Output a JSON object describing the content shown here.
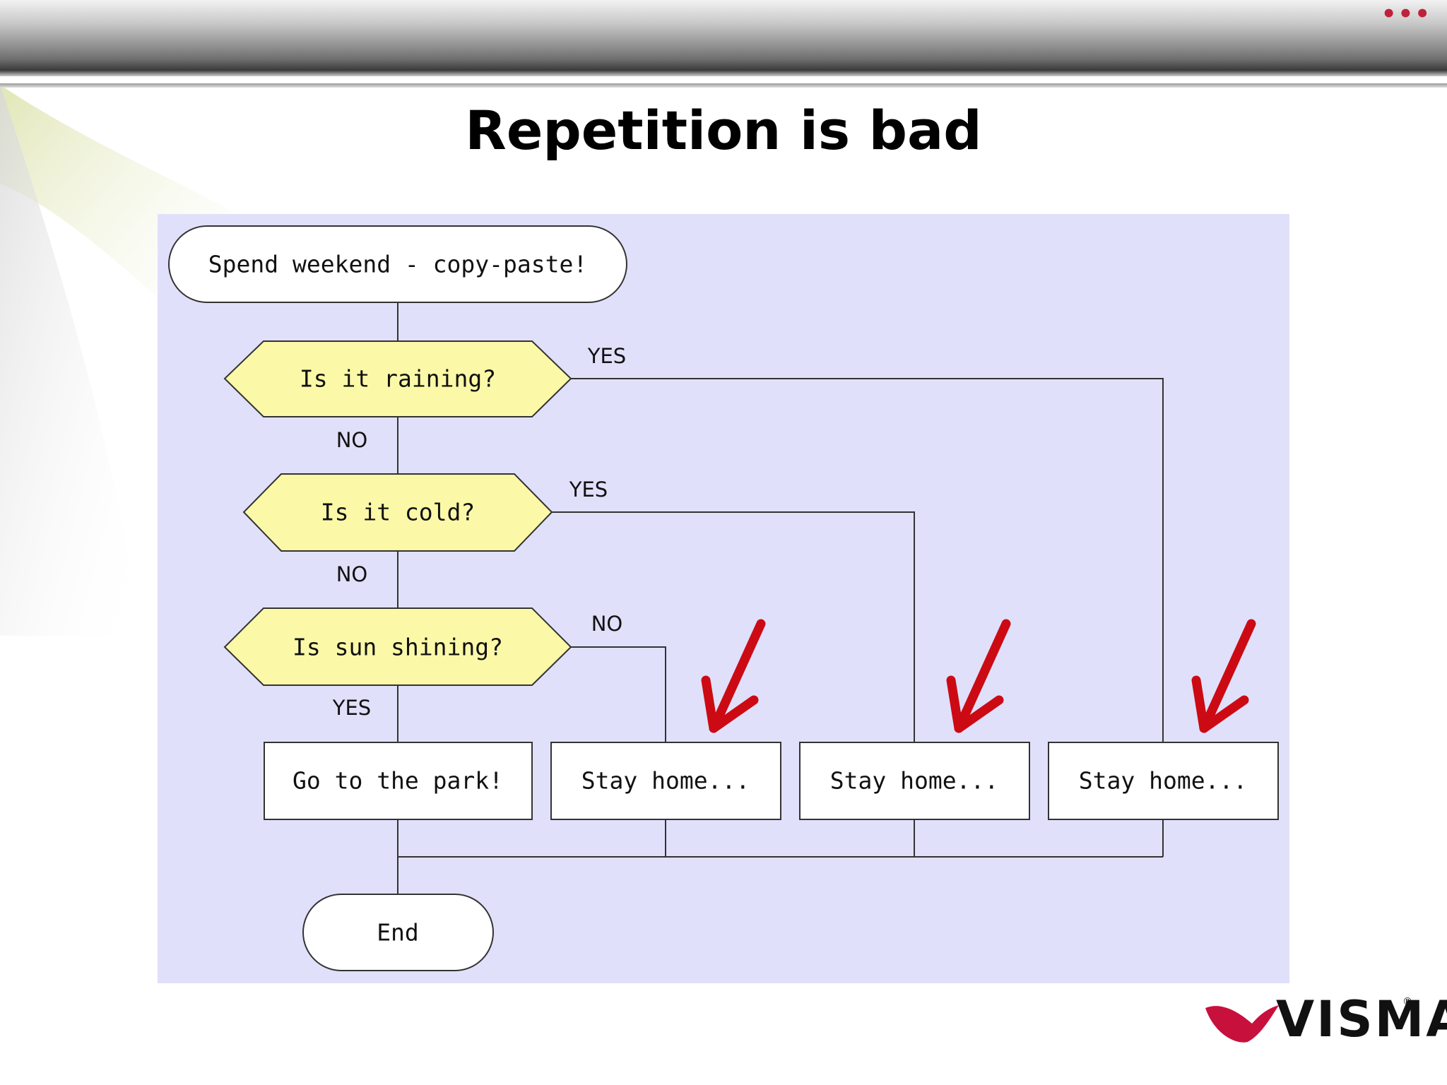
{
  "slide": {
    "title": "Repetition is bad",
    "menu_dots": "•••"
  },
  "flowchart": {
    "start": "Spend weekend - copy-paste!",
    "decisions": [
      {
        "text": "Is it raining?",
        "branch_label": "YES",
        "down_label": "NO"
      },
      {
        "text": "Is it cold?",
        "branch_label": "YES",
        "down_label": "NO"
      },
      {
        "text": "Is sun shining?",
        "branch_label": "NO",
        "down_label": "YES"
      }
    ],
    "actions": [
      "Go to the park!",
      "Stay home...",
      "Stay home...",
      "Stay home..."
    ],
    "end": "End",
    "colors": {
      "background": "#e0e0fb",
      "decision_fill": "#fbf9a8",
      "node_fill": "#ffffff",
      "line": "#333333",
      "arrow": "#cc0a14"
    }
  },
  "logo": {
    "text": "VISMA",
    "mark": "®",
    "color": "#c8103c"
  }
}
